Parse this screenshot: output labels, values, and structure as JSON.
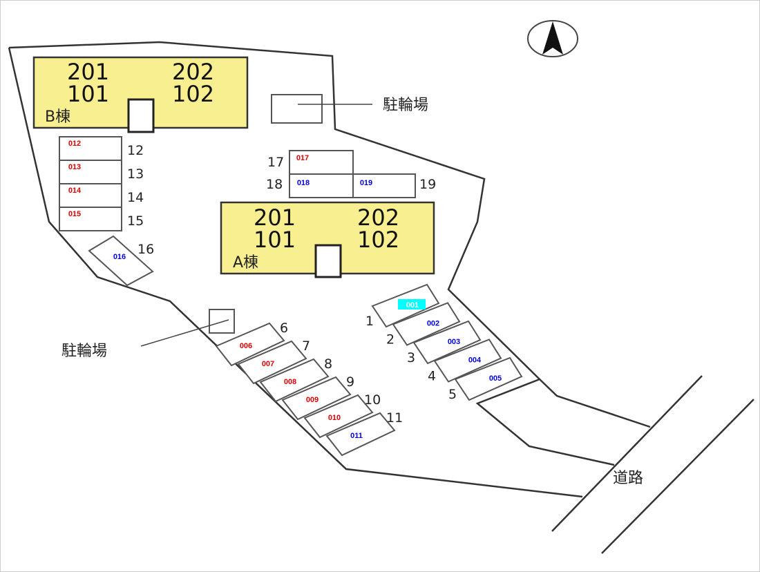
{
  "colors": {
    "occupied": "#e00000",
    "available": "#0000e0",
    "selected_bg": "#00ffff",
    "selected_text": "#ffffff",
    "building": "#f8ef90"
  },
  "building_b": {
    "units": [
      "201",
      "202",
      "101",
      "102"
    ],
    "name": "B棟"
  },
  "building_a": {
    "units": [
      "201",
      "202",
      "101",
      "102"
    ],
    "name": "A棟"
  },
  "bike_parking_label": "駐輪場",
  "road_label": "道路",
  "compass": "north-arrow-icon",
  "spaces": [
    {
      "num": "1",
      "code": "001",
      "status": "selected"
    },
    {
      "num": "2",
      "code": "002",
      "status": "available"
    },
    {
      "num": "3",
      "code": "003",
      "status": "available"
    },
    {
      "num": "4",
      "code": "004",
      "status": "available"
    },
    {
      "num": "5",
      "code": "005",
      "status": "available"
    },
    {
      "num": "6",
      "code": "006",
      "status": "occupied"
    },
    {
      "num": "7",
      "code": "007",
      "status": "occupied"
    },
    {
      "num": "8",
      "code": "008",
      "status": "occupied"
    },
    {
      "num": "9",
      "code": "009",
      "status": "occupied"
    },
    {
      "num": "10",
      "code": "010",
      "status": "occupied"
    },
    {
      "num": "11",
      "code": "011",
      "status": "available"
    },
    {
      "num": "12",
      "code": "012",
      "status": "occupied"
    },
    {
      "num": "13",
      "code": "013",
      "status": "occupied"
    },
    {
      "num": "14",
      "code": "014",
      "status": "occupied"
    },
    {
      "num": "15",
      "code": "015",
      "status": "occupied"
    },
    {
      "num": "16",
      "code": "016",
      "status": "available"
    },
    {
      "num": "17",
      "code": "017",
      "status": "occupied"
    },
    {
      "num": "18",
      "code": "018",
      "status": "available"
    },
    {
      "num": "19",
      "code": "019",
      "status": "available"
    }
  ]
}
